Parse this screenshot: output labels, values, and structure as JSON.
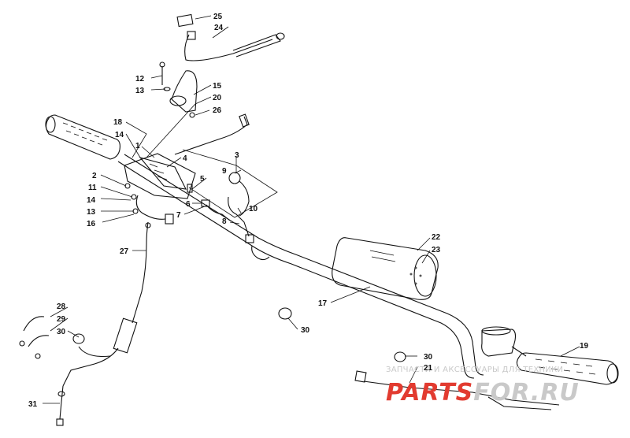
{
  "callouts": {
    "c1": "1",
    "c2": "2",
    "c3": "3",
    "c4": "4",
    "c5": "5",
    "c6": "6",
    "c7": "7",
    "c8": "8",
    "c9": "9",
    "c10": "10",
    "c11": "11",
    "c12": "12",
    "c13a": "13",
    "c13b": "13",
    "c14a": "14",
    "c14b": "14",
    "c15": "15",
    "c16": "16",
    "c17": "17",
    "c18": "18",
    "c19": "19",
    "c20": "20",
    "c21": "21",
    "c22": "22",
    "c23": "23",
    "c24": "24",
    "c25": "25",
    "c26": "26",
    "c27": "27",
    "c28": "28",
    "c29": "29",
    "c30a": "30",
    "c30b": "30",
    "c30c": "30",
    "c31": "31"
  },
  "watermark": {
    "tagline": "ЗАПЧАСТИ И АКСЕССУАРЫ ДЛЯ ТЕХНИКИ",
    "brand_part1": "PARTS",
    "brand_part2": "FOR.RU"
  },
  "colors": {
    "ink": "#111111",
    "watermark_red": "#e23b30",
    "watermark_gray": "#c9c9c9"
  }
}
